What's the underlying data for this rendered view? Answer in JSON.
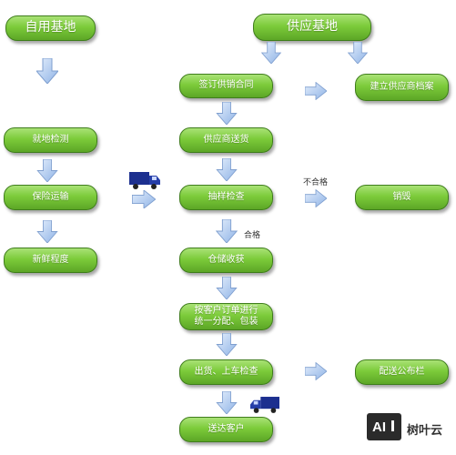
{
  "nodes": {
    "self_base": "自用基地",
    "supply_base": "供应基地",
    "sign_contract": "签订供销合同",
    "build_archive": "建立供应商档案",
    "field_test": "就地检测",
    "supplier_delivery": "供应商送货",
    "insured_transport": "保险运输",
    "sampling_check": "抽样检查",
    "destroy": "销毁",
    "freshness": "新鲜程度",
    "storage_receive": "仓储收获",
    "order_pack": "按客户订单进行\n统一分配、包装",
    "ship_check": "出货、上车检查",
    "delivery_board": "配送公布栏",
    "deliver_customer": "送达客户"
  },
  "labels": {
    "unqualified": "不合格",
    "qualified": "合格"
  },
  "watermark": {
    "logo_text": "AI",
    "brand": "树叶云"
  },
  "colors": {
    "node_fill": "#7ccb3a",
    "arrow_fill": "#a9c6ef",
    "truck": "#1c2f8f"
  }
}
